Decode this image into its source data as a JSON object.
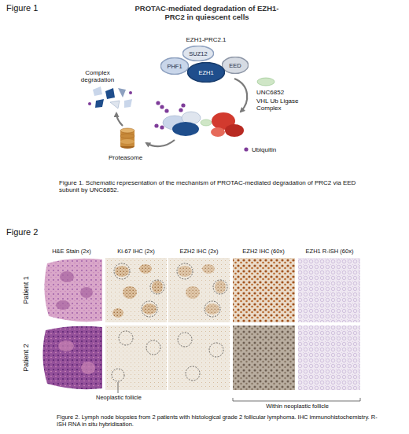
{
  "diagram": {
    "nodes": [
      {
        "text": [
          "PHF1"
        ]
      },
      {
        "text": [
          "SUZ12"
        ]
      },
      {
        "text": [
          "EED"
        ]
      },
      {
        "text": [
          "EZH1"
        ]
      }
    ],
    "labels": [
      "Figure 1",
      "PROTAC-mediated degradation of EZH1-PRC2 in quiescent cells",
      "EZH1-PRC2.1",
      "Complex degradation",
      "UNC6852",
      "VHL Ub Ligase Complex",
      "Ubiquitin",
      "Proteasome",
      "Figure 1. Schematic representation of the mechanism of PROTAC-mediated degradation of PRC2 via EED subunit by UNC6852.",
      "Figure 2",
      "H&E Stain (2x)",
      "Ki-67 IHC (2x)",
      "EZH2 IHC (2x)",
      "EZH2 IHC (60x)",
      "EZH1 R-ISH (60x)",
      "Patient 1",
      "Patient 2",
      "Neoplastic follicle",
      "Within neoplastic follicle",
      "Figure 2. Lymph node biopsies from 2 patients with histological grade 2 follicular lymphoma. IHC immunohistochemistry. R-ISH RNA in situ hybridisation."
    ]
  }
}
